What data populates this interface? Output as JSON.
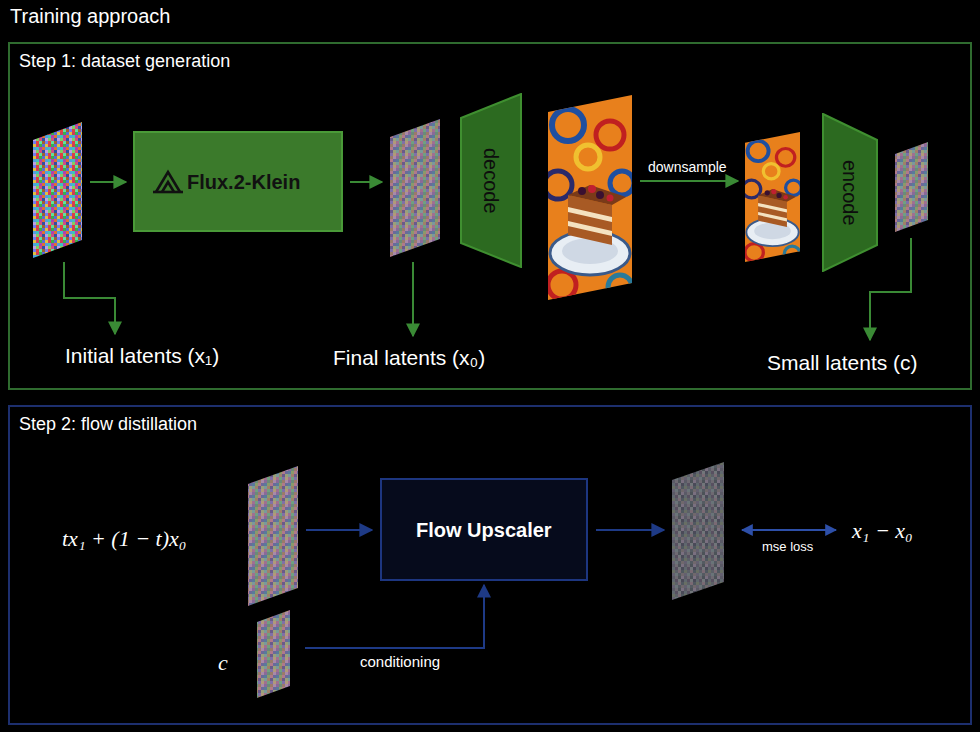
{
  "diagram": {
    "title": "Training approach",
    "nodes": [
      {
        "text": [
          "Step 1: dataset generation"
        ]
      },
      {
        "text": [
          "Flux.2-Klein"
        ],
        "in": 0
      },
      {
        "text": [
          "decode"
        ],
        "in": 0
      },
      {
        "text": [
          "encode"
        ],
        "in": 0
      },
      {
        "text": [
          "Step 2: flow distillation"
        ]
      },
      {
        "text": [
          "Flow Upscaler"
        ],
        "in": 4
      }
    ],
    "labels": [
      "Initial latents (x₁)",
      "Final latents (x₀)",
      "downsample",
      "Small latents (c)",
      "tx₁ + (1 − t)x₀",
      "c",
      "conditioning",
      "mse loss",
      "x₁ − x₀"
    ]
  }
}
